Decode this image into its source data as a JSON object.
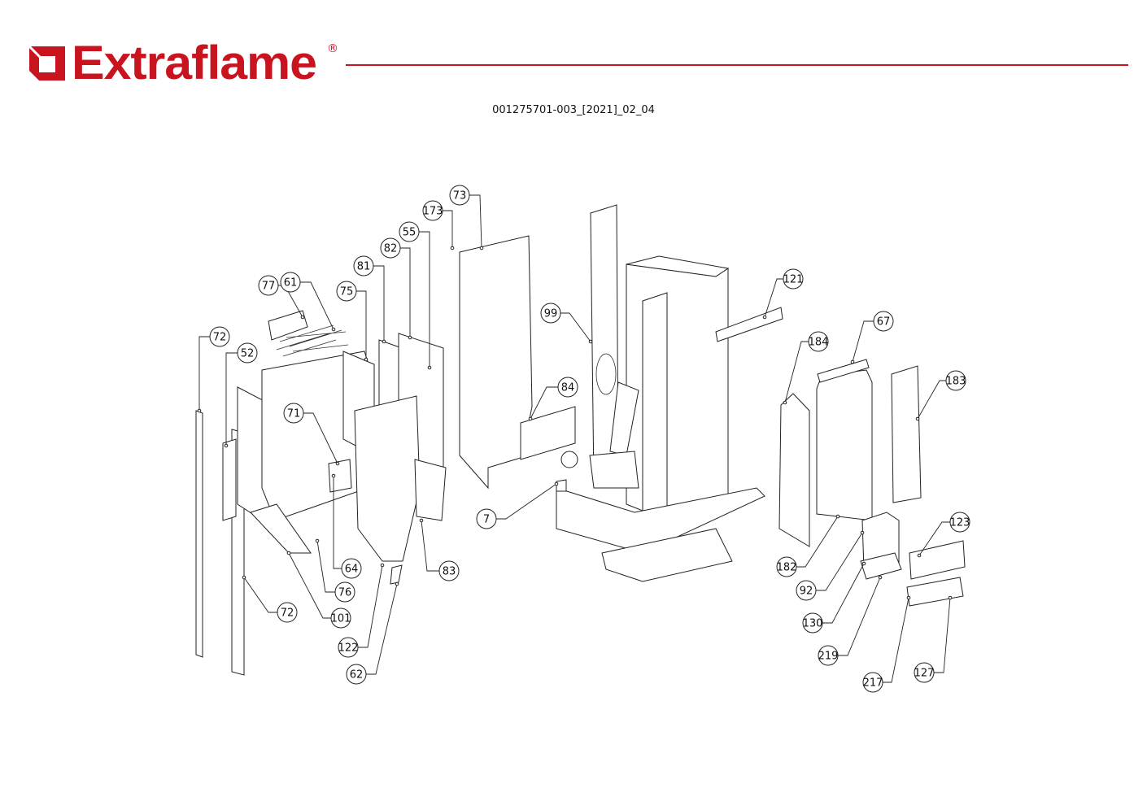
{
  "header": {
    "brand": "Extraflame",
    "registered_mark": "®",
    "brand_color": "#c8141e",
    "document_code": "001275701-003_[2021]_02_04"
  },
  "callouts": [
    "72",
    "52",
    "77",
    "61",
    "75",
    "81",
    "82",
    "55",
    "173",
    "73",
    "99",
    "84",
    "71",
    "7",
    "64",
    "76",
    "83",
    "72",
    "101",
    "122",
    "62",
    "121",
    "184",
    "67",
    "183",
    "123",
    "182",
    "92",
    "130",
    "219",
    "217",
    "127"
  ]
}
